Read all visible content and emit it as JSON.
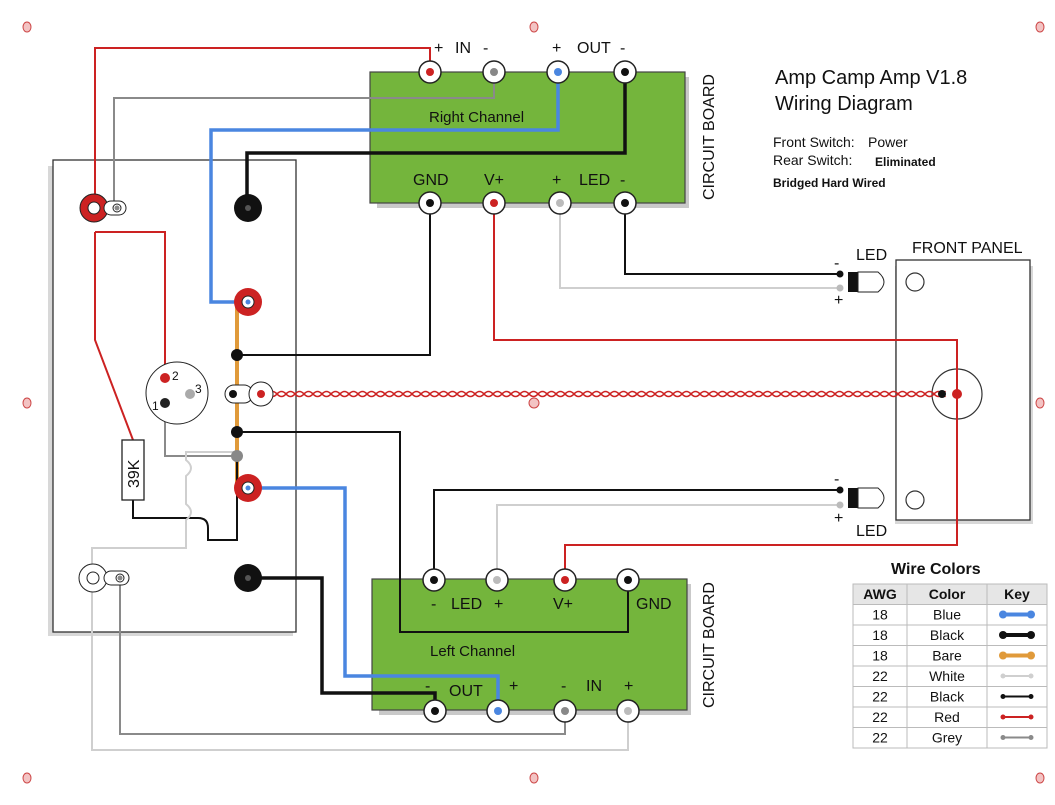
{
  "title": {
    "line1": "Amp Camp Amp V1.8",
    "line2": "Wiring Diagram"
  },
  "notes": {
    "front_switch_label": "Front Switch:",
    "front_switch_value": "Power",
    "rear_switch_label": "Rear Switch:",
    "rear_switch_value": "Eliminated",
    "bridged": "Bridged Hard Wired"
  },
  "right_board": {
    "name": "Right Channel",
    "side_label": "CIRCUIT BOARD",
    "in_label": "IN",
    "out_label": "OUT",
    "gnd_label": "GND",
    "vplus_label": "V+",
    "led_label": "LED"
  },
  "left_board": {
    "name": "Left Channel",
    "side_label": "CIRCUIT BOARD",
    "in_label": "IN",
    "out_label": "OUT",
    "gnd_label": "GND",
    "vplus_label": "V+",
    "led_label": "LED"
  },
  "polarity": {
    "plus": "+",
    "minus": "-"
  },
  "front_panel": {
    "label": "FRONT PANEL",
    "led_top": "LED",
    "led_bottom": "LED"
  },
  "xlr": {
    "pin1": "1",
    "pin2": "2",
    "pin3": "3"
  },
  "resistor": {
    "value": "39K"
  },
  "wire_colors": {
    "title": "Wire Colors",
    "headers": [
      "AWG",
      "Color",
      "Key"
    ],
    "rows": [
      {
        "awg": "18",
        "color": "Blue",
        "hex": "#4a86e0"
      },
      {
        "awg": "18",
        "color": "Black",
        "hex": "#111111"
      },
      {
        "awg": "18",
        "color": "Bare",
        "hex": "#e09a3a"
      },
      {
        "awg": "22",
        "color": "White",
        "hex": "#cfcfcf"
      },
      {
        "awg": "22",
        "color": "Black",
        "hex": "#111111"
      },
      {
        "awg": "22",
        "color": "Red",
        "hex": "#cc2222"
      },
      {
        "awg": "22",
        "color": "Grey",
        "hex": "#8a8a8a"
      }
    ]
  }
}
